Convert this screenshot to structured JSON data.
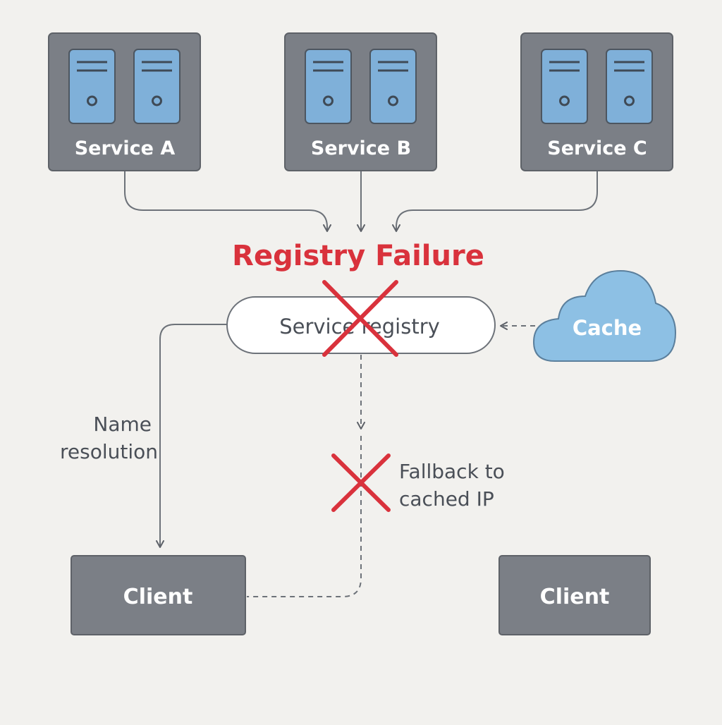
{
  "services": [
    {
      "label": "Service A"
    },
    {
      "label": "Service B"
    },
    {
      "label": "Service C"
    }
  ],
  "title": "Registry Failure",
  "registry": {
    "label": "Service registry"
  },
  "cache": {
    "label": "Cache"
  },
  "name_resolution": {
    "line1": "Name",
    "line2": "resolution"
  },
  "fallback": {
    "line1": "Fallback to",
    "line2": "cached IP"
  },
  "clients": [
    {
      "label": "Client"
    },
    {
      "label": "Client"
    }
  ],
  "colors": {
    "background": "#f2f1ee",
    "service_box": "#7b7f86",
    "server_unit": "#7fb0d9",
    "failure_red": "#d9323c",
    "cache_cloud": "#8dc0e4",
    "text_dark": "#4a4f57",
    "line": "#6d7279"
  }
}
